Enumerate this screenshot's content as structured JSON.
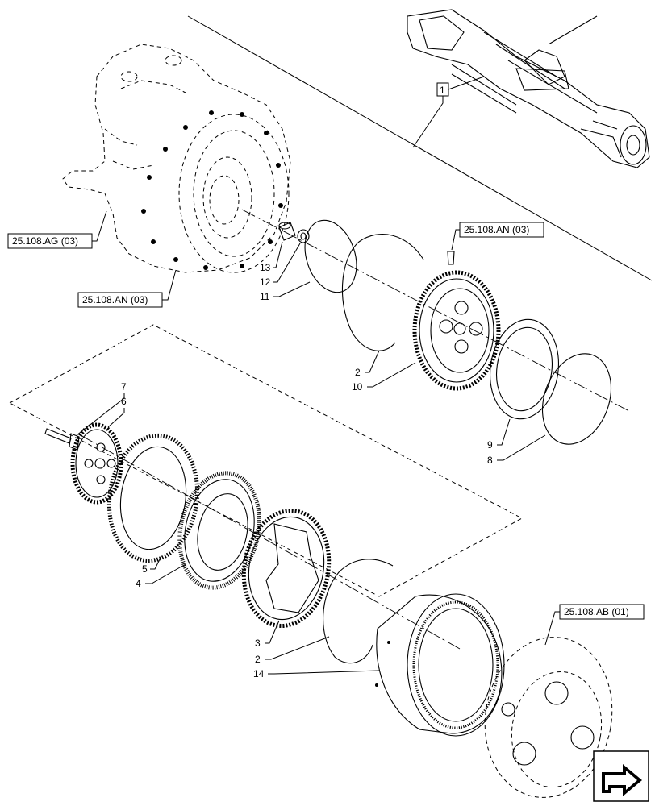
{
  "callouts": {
    "c1": "1",
    "c2a": "2",
    "c2b": "2",
    "c3": "3",
    "c4": "4",
    "c5": "5",
    "c6": "6",
    "c7": "7",
    "c8": "8",
    "c9": "9",
    "c10": "10",
    "c11": "11",
    "c12": "12",
    "c13": "13",
    "c14": "14"
  },
  "references": {
    "r_ag": "25.108.AG (03)",
    "r_an_top": "25.108.AN (03)",
    "r_an_left": "25.108.AN (03)",
    "r_ab": "25.108.AB (01)"
  },
  "icons": {
    "nav": "next-page-arrow-icon"
  }
}
